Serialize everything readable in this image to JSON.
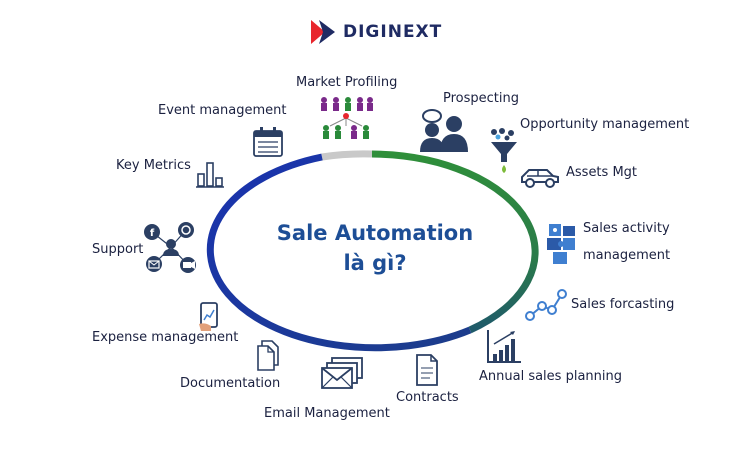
{
  "brand": {
    "name": "DIGINEXT",
    "logo_colors": [
      "#e8262d",
      "#1f2b63"
    ]
  },
  "center": {
    "line1": "Sale Automation",
    "line2": "là gì?"
  },
  "colors": {
    "ring_blue": "#1c2fa8",
    "ring_green": "#2e8a3a",
    "ring_gray": "#c9c9c9",
    "icon_navy": "#2b3f63",
    "title_blue": "#1d4e96"
  },
  "items": {
    "market_profiling": {
      "label": "Market Profiling",
      "icon": "people-network-icon"
    },
    "prospecting": {
      "label": "Prospecting",
      "icon": "users-chat-icon"
    },
    "opportunity": {
      "label": "Opportunity management",
      "icon": "funnel-icon"
    },
    "assets": {
      "label": "Assets Mgt",
      "icon": "car-icon"
    },
    "sales_activity": {
      "label1": "Sales activity",
      "label2": "management",
      "icon": "puzzle-icon"
    },
    "forecasting": {
      "label": "Sales forcasting",
      "icon": "line-nodes-icon"
    },
    "annual": {
      "label": "Annual sales planning",
      "icon": "bar-chart-icon"
    },
    "contracts": {
      "label": "Contracts",
      "icon": "document-icon"
    },
    "email": {
      "label": "Email Management",
      "icon": "envelopes-icon"
    },
    "documentation": {
      "label": "Documentation",
      "icon": "files-icon"
    },
    "expense": {
      "label": "Expense management",
      "icon": "tablet-icon"
    },
    "support": {
      "label": "Support",
      "icon": "support-network-icon"
    },
    "key_metrics": {
      "label": "Key Metrics",
      "icon": "metrics-bars-icon"
    },
    "event": {
      "label": "Event management",
      "icon": "calendar-icon"
    }
  }
}
